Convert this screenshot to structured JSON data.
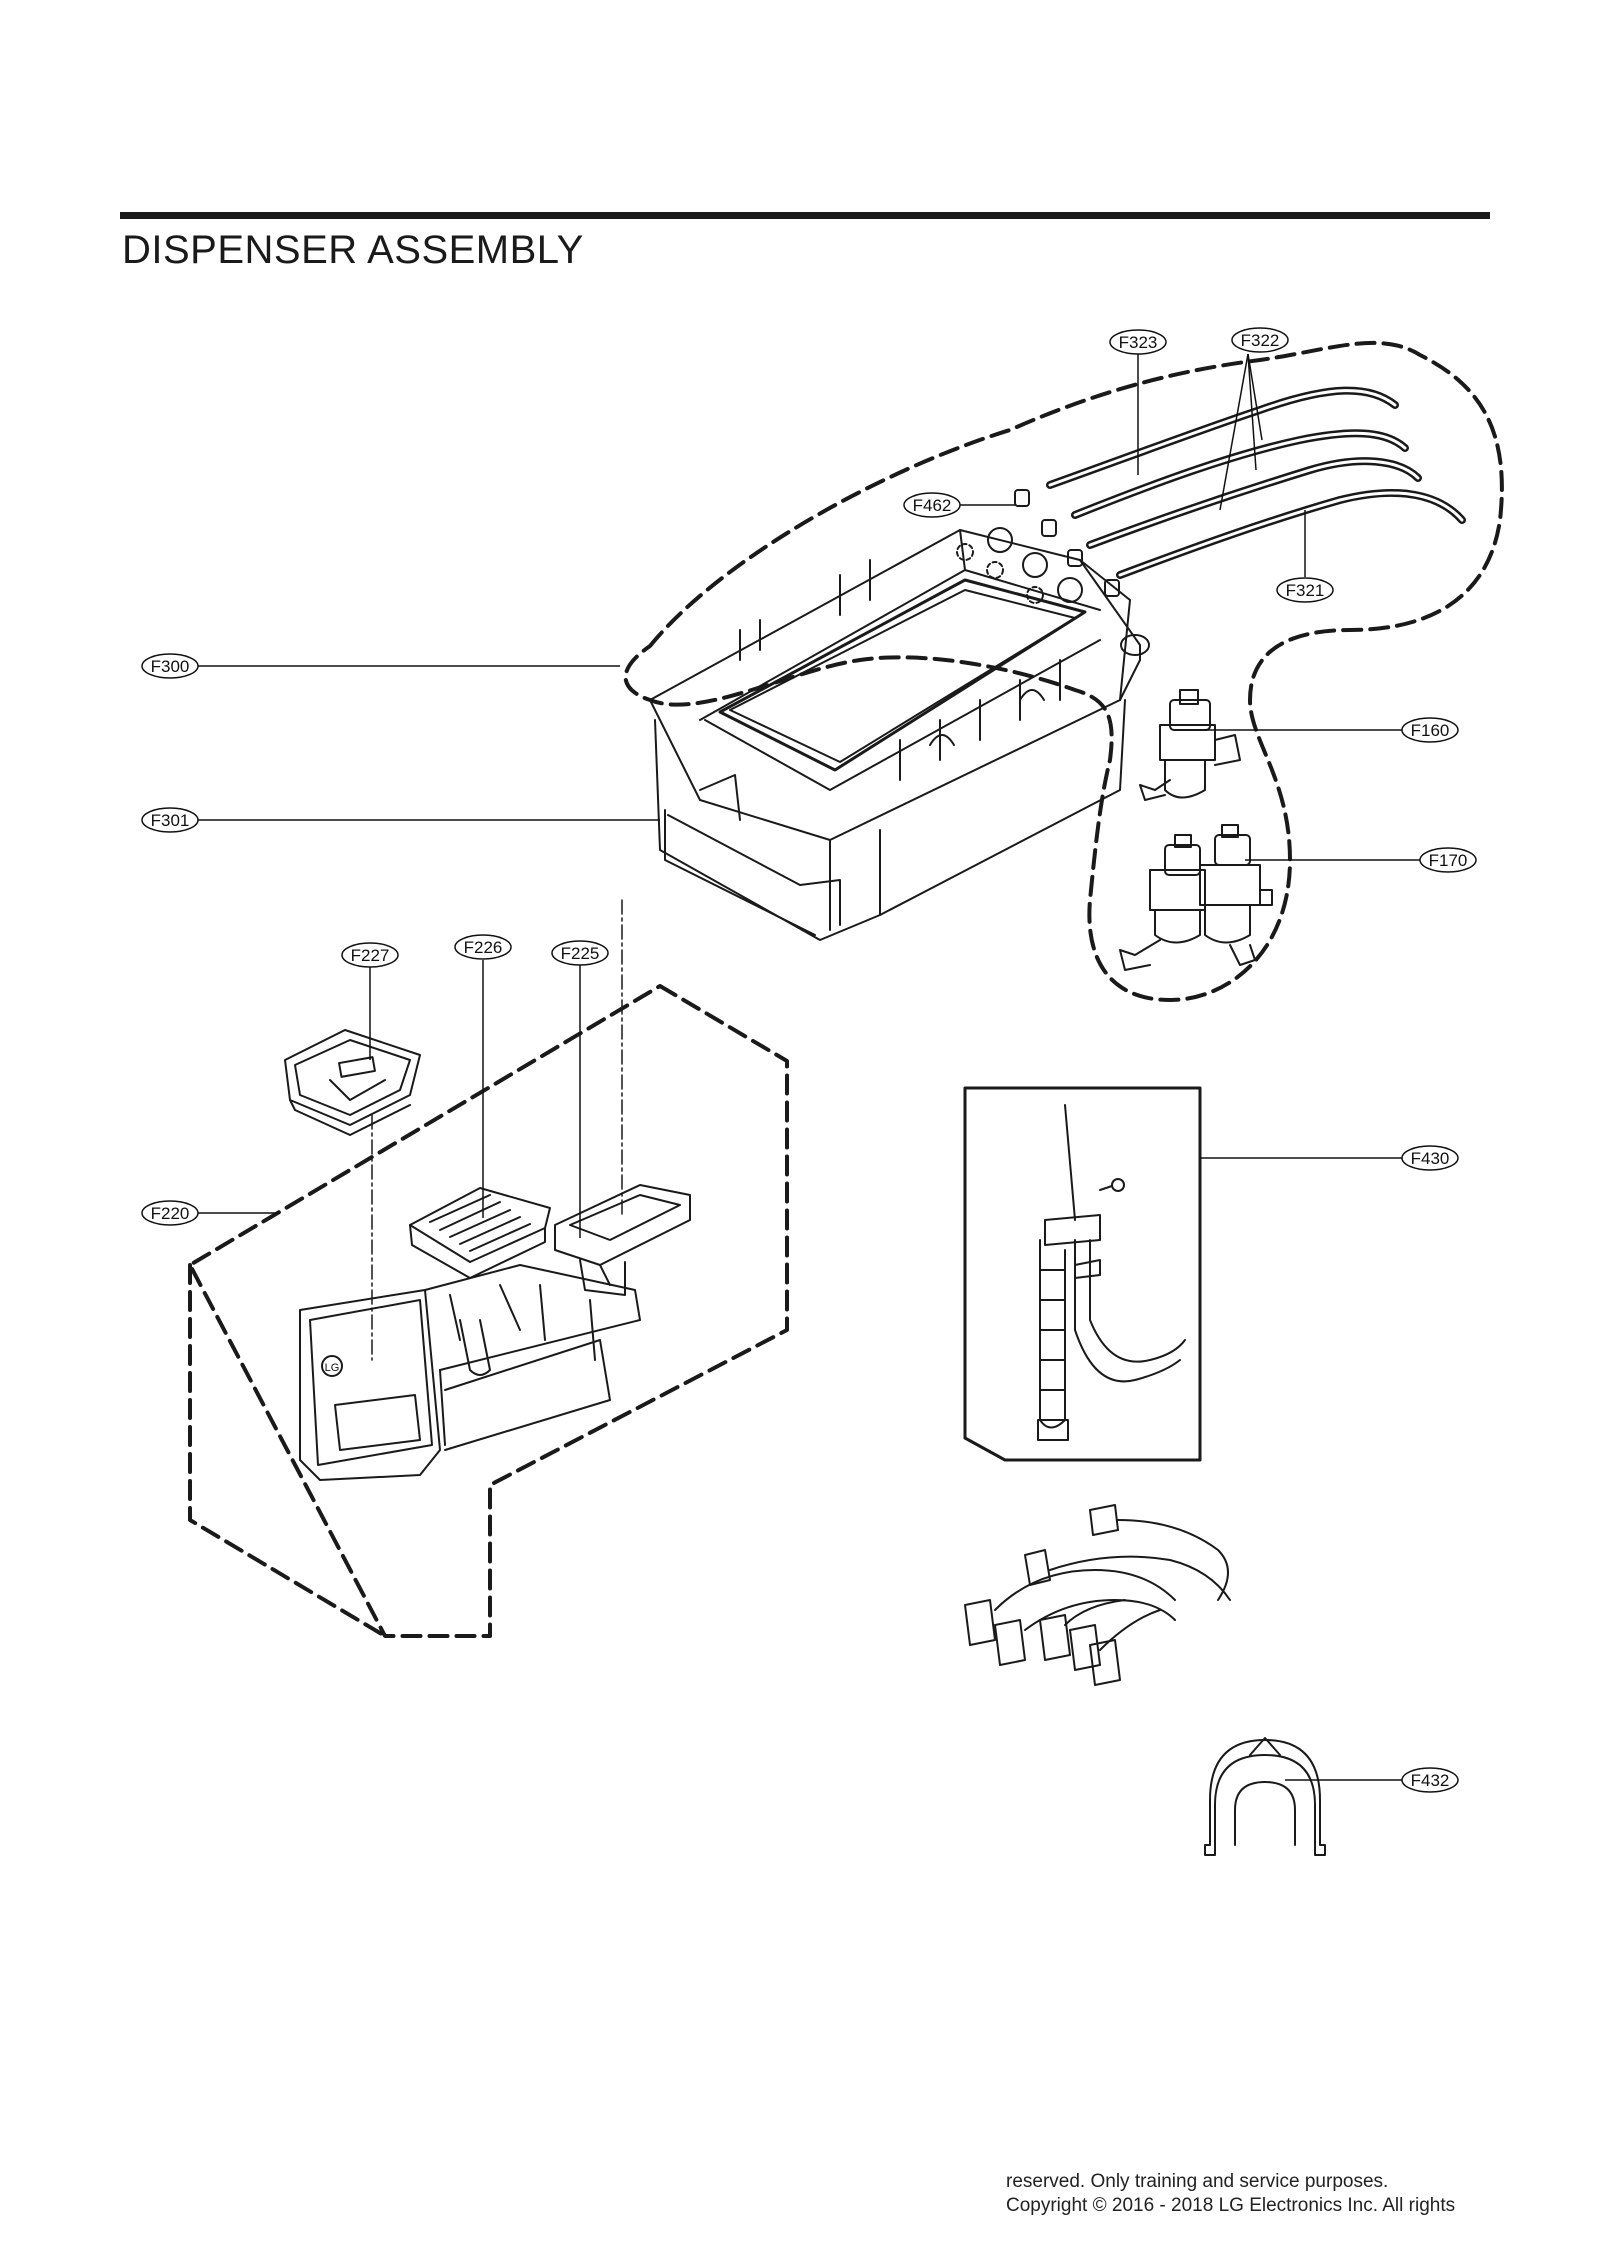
{
  "title": "DISPENSER ASSEMBLY",
  "callouts": {
    "F323": "F323",
    "F322": "F322",
    "F462": "F462",
    "F321": "F321",
    "F300": "F300",
    "F160": "F160",
    "F301": "F301",
    "F170": "F170",
    "F227": "F227",
    "F226": "F226",
    "F225": "F225",
    "F430": "F430",
    "F220": "F220",
    "F432": "F432"
  },
  "logo_text": "LG",
  "footer": {
    "line1": "reserved. Only training and service purposes.",
    "line2": "Copyright © 2016 - 2018 LG Electronics Inc. All rights"
  }
}
